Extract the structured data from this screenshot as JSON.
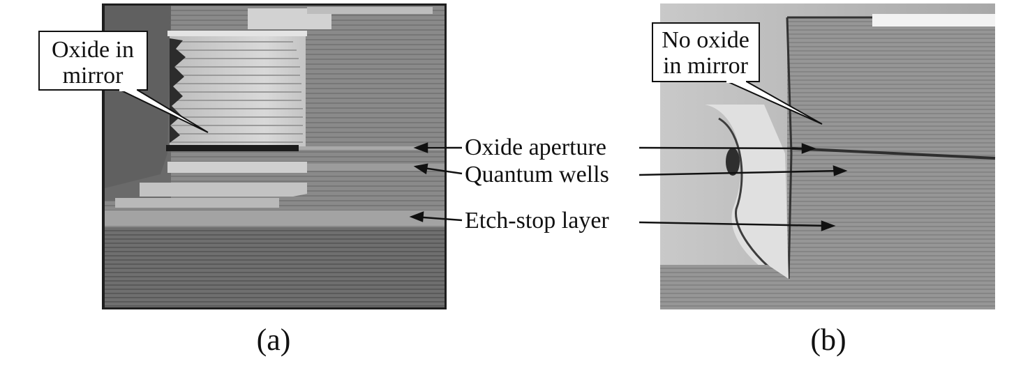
{
  "panels": {
    "a": {
      "label": "(a)",
      "callout": [
        "Oxide in",
        "mirror"
      ]
    },
    "b": {
      "label": "(b)",
      "callout": [
        "No oxide",
        "in mirror"
      ]
    }
  },
  "annotations": {
    "oxide_aperture": "Oxide aperture",
    "quantum_wells": "Quantum wells",
    "etch_stop_layer": "Etch-stop layer"
  }
}
